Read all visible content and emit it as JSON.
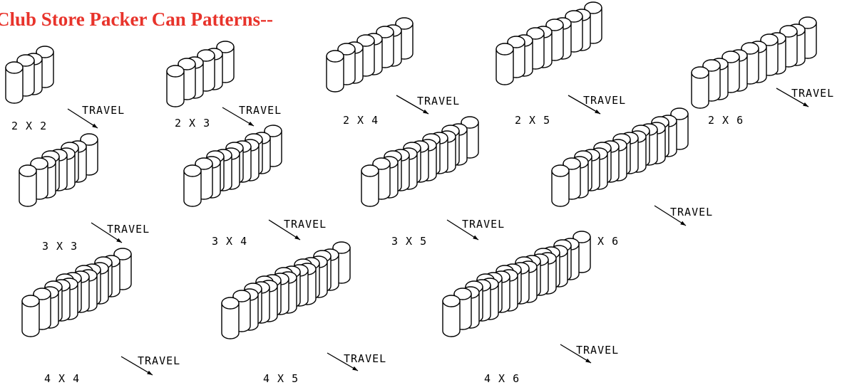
{
  "title": "Club Store Packer Can Patterns--",
  "colors": {
    "title": "#e8332b",
    "line": "#000000",
    "can_fill": "#ffffff"
  },
  "travel_label": "TRAVEL",
  "patterns": [
    {
      "label": "2 X 2",
      "rows": 2,
      "cols": 2
    },
    {
      "label": "2 X 3",
      "rows": 2,
      "cols": 3
    },
    {
      "label": "2 X 4",
      "rows": 2,
      "cols": 4
    },
    {
      "label": "2 X 5",
      "rows": 2,
      "cols": 5
    },
    {
      "label": "2 X 6",
      "rows": 2,
      "cols": 6
    },
    {
      "label": "3 X 3",
      "rows": 3,
      "cols": 3
    },
    {
      "label": "3 X 4",
      "rows": 3,
      "cols": 4
    },
    {
      "label": "3 X 5",
      "rows": 3,
      "cols": 5
    },
    {
      "label": "3 X 6",
      "rows": 3,
      "cols": 6
    },
    {
      "label": "4 X 4",
      "rows": 4,
      "cols": 4
    },
    {
      "label": "4 X 5",
      "rows": 4,
      "cols": 5
    },
    {
      "label": "4 X 6",
      "rows": 4,
      "cols": 6
    }
  ]
}
